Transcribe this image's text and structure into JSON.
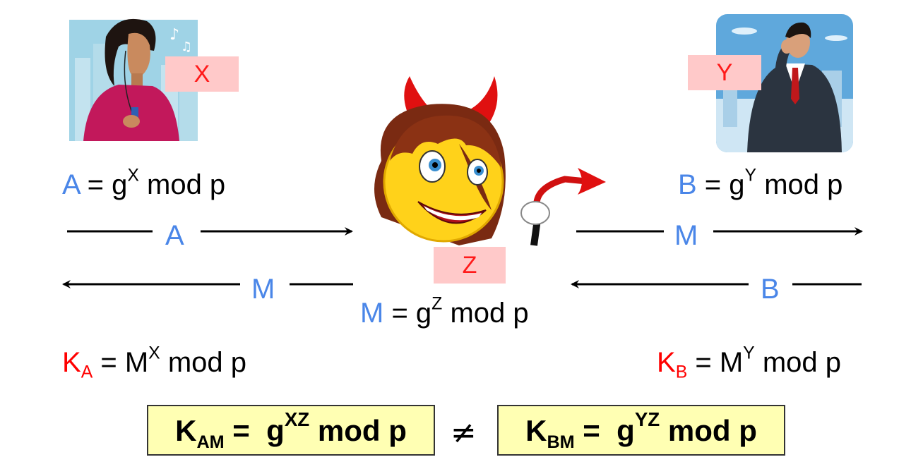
{
  "people": {
    "alice": {
      "label": "X"
    },
    "bob": {
      "label": "Y"
    },
    "mallory": {
      "label": "Z"
    }
  },
  "equations": {
    "A": {
      "var": "A",
      "base": "g",
      "exp": "X",
      "suffix": "mod p"
    },
    "B": {
      "var": "B",
      "base": "g",
      "exp": "Y",
      "suffix": "mod p"
    },
    "M": {
      "var": "M",
      "base": "g",
      "exp": "Z",
      "suffix": "mod p"
    },
    "KA": {
      "var": "K",
      "sub": "A",
      "base": "M",
      "exp": "X",
      "suffix": "mod p"
    },
    "KB": {
      "var": "K",
      "sub": "B",
      "base": "M",
      "exp": "Y",
      "suffix": "mod p"
    }
  },
  "arrows": {
    "a_to_z": "A",
    "z_to_a": "M",
    "z_to_b": "M",
    "b_to_z": "B"
  },
  "keys": {
    "left": {
      "var": "K",
      "sub": "AM",
      "eq": "=",
      "base": "g",
      "exp": "XZ",
      "suffix": "mod p"
    },
    "right": {
      "var": "K",
      "sub": "BM",
      "eq": "=",
      "base": "g",
      "exp": "YZ",
      "suffix": "mod p"
    },
    "relation": "≠"
  },
  "colors": {
    "var_blue": "#4a86e8",
    "key_red": "#ff0000",
    "label_bg": "#ffc9c9",
    "box_bg": "#ffffb3"
  }
}
